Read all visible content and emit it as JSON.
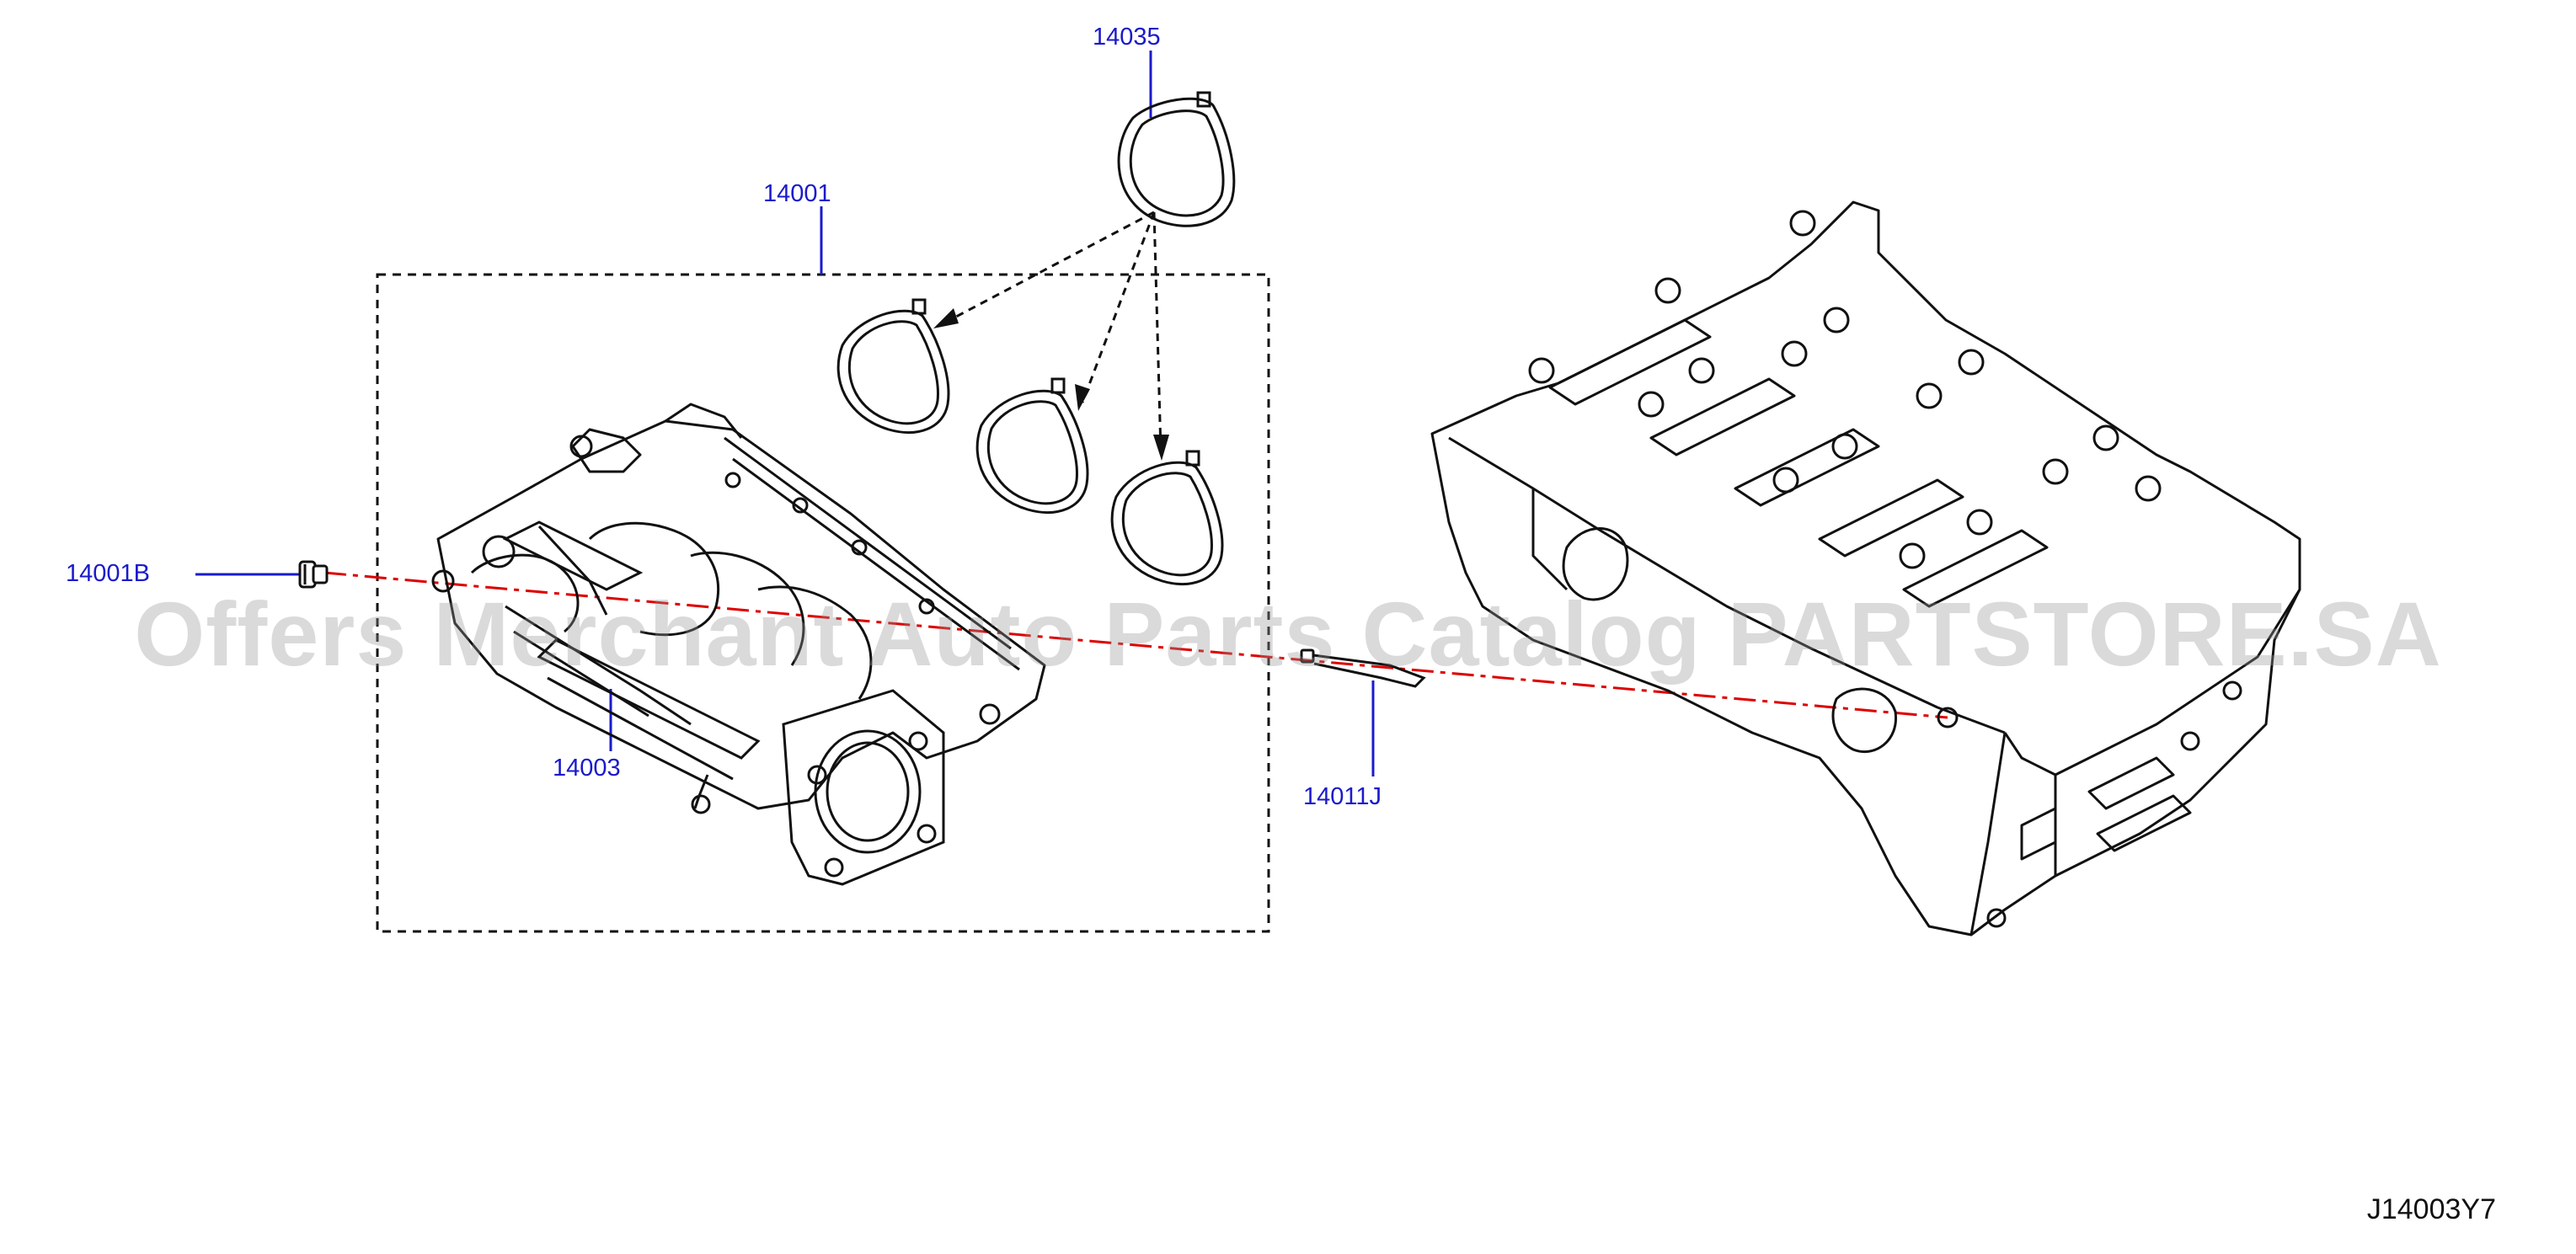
{
  "diagram": {
    "code": "J14003Y7",
    "watermark": "Offers Merchant Auto Parts Catalog PARTSTORE.SA",
    "callouts": [
      {
        "id": "c1",
        "label": "14035"
      },
      {
        "id": "c2",
        "label": "14001"
      },
      {
        "id": "c3",
        "label": "14001B"
      },
      {
        "id": "c4",
        "label": "14003"
      },
      {
        "id": "c5",
        "label": "14011J"
      }
    ]
  },
  "colors": {
    "callout_text": "#1a1acc",
    "leader_line": "#1a1acc",
    "reference_line": "#dd0000",
    "drawing": "#111111"
  }
}
